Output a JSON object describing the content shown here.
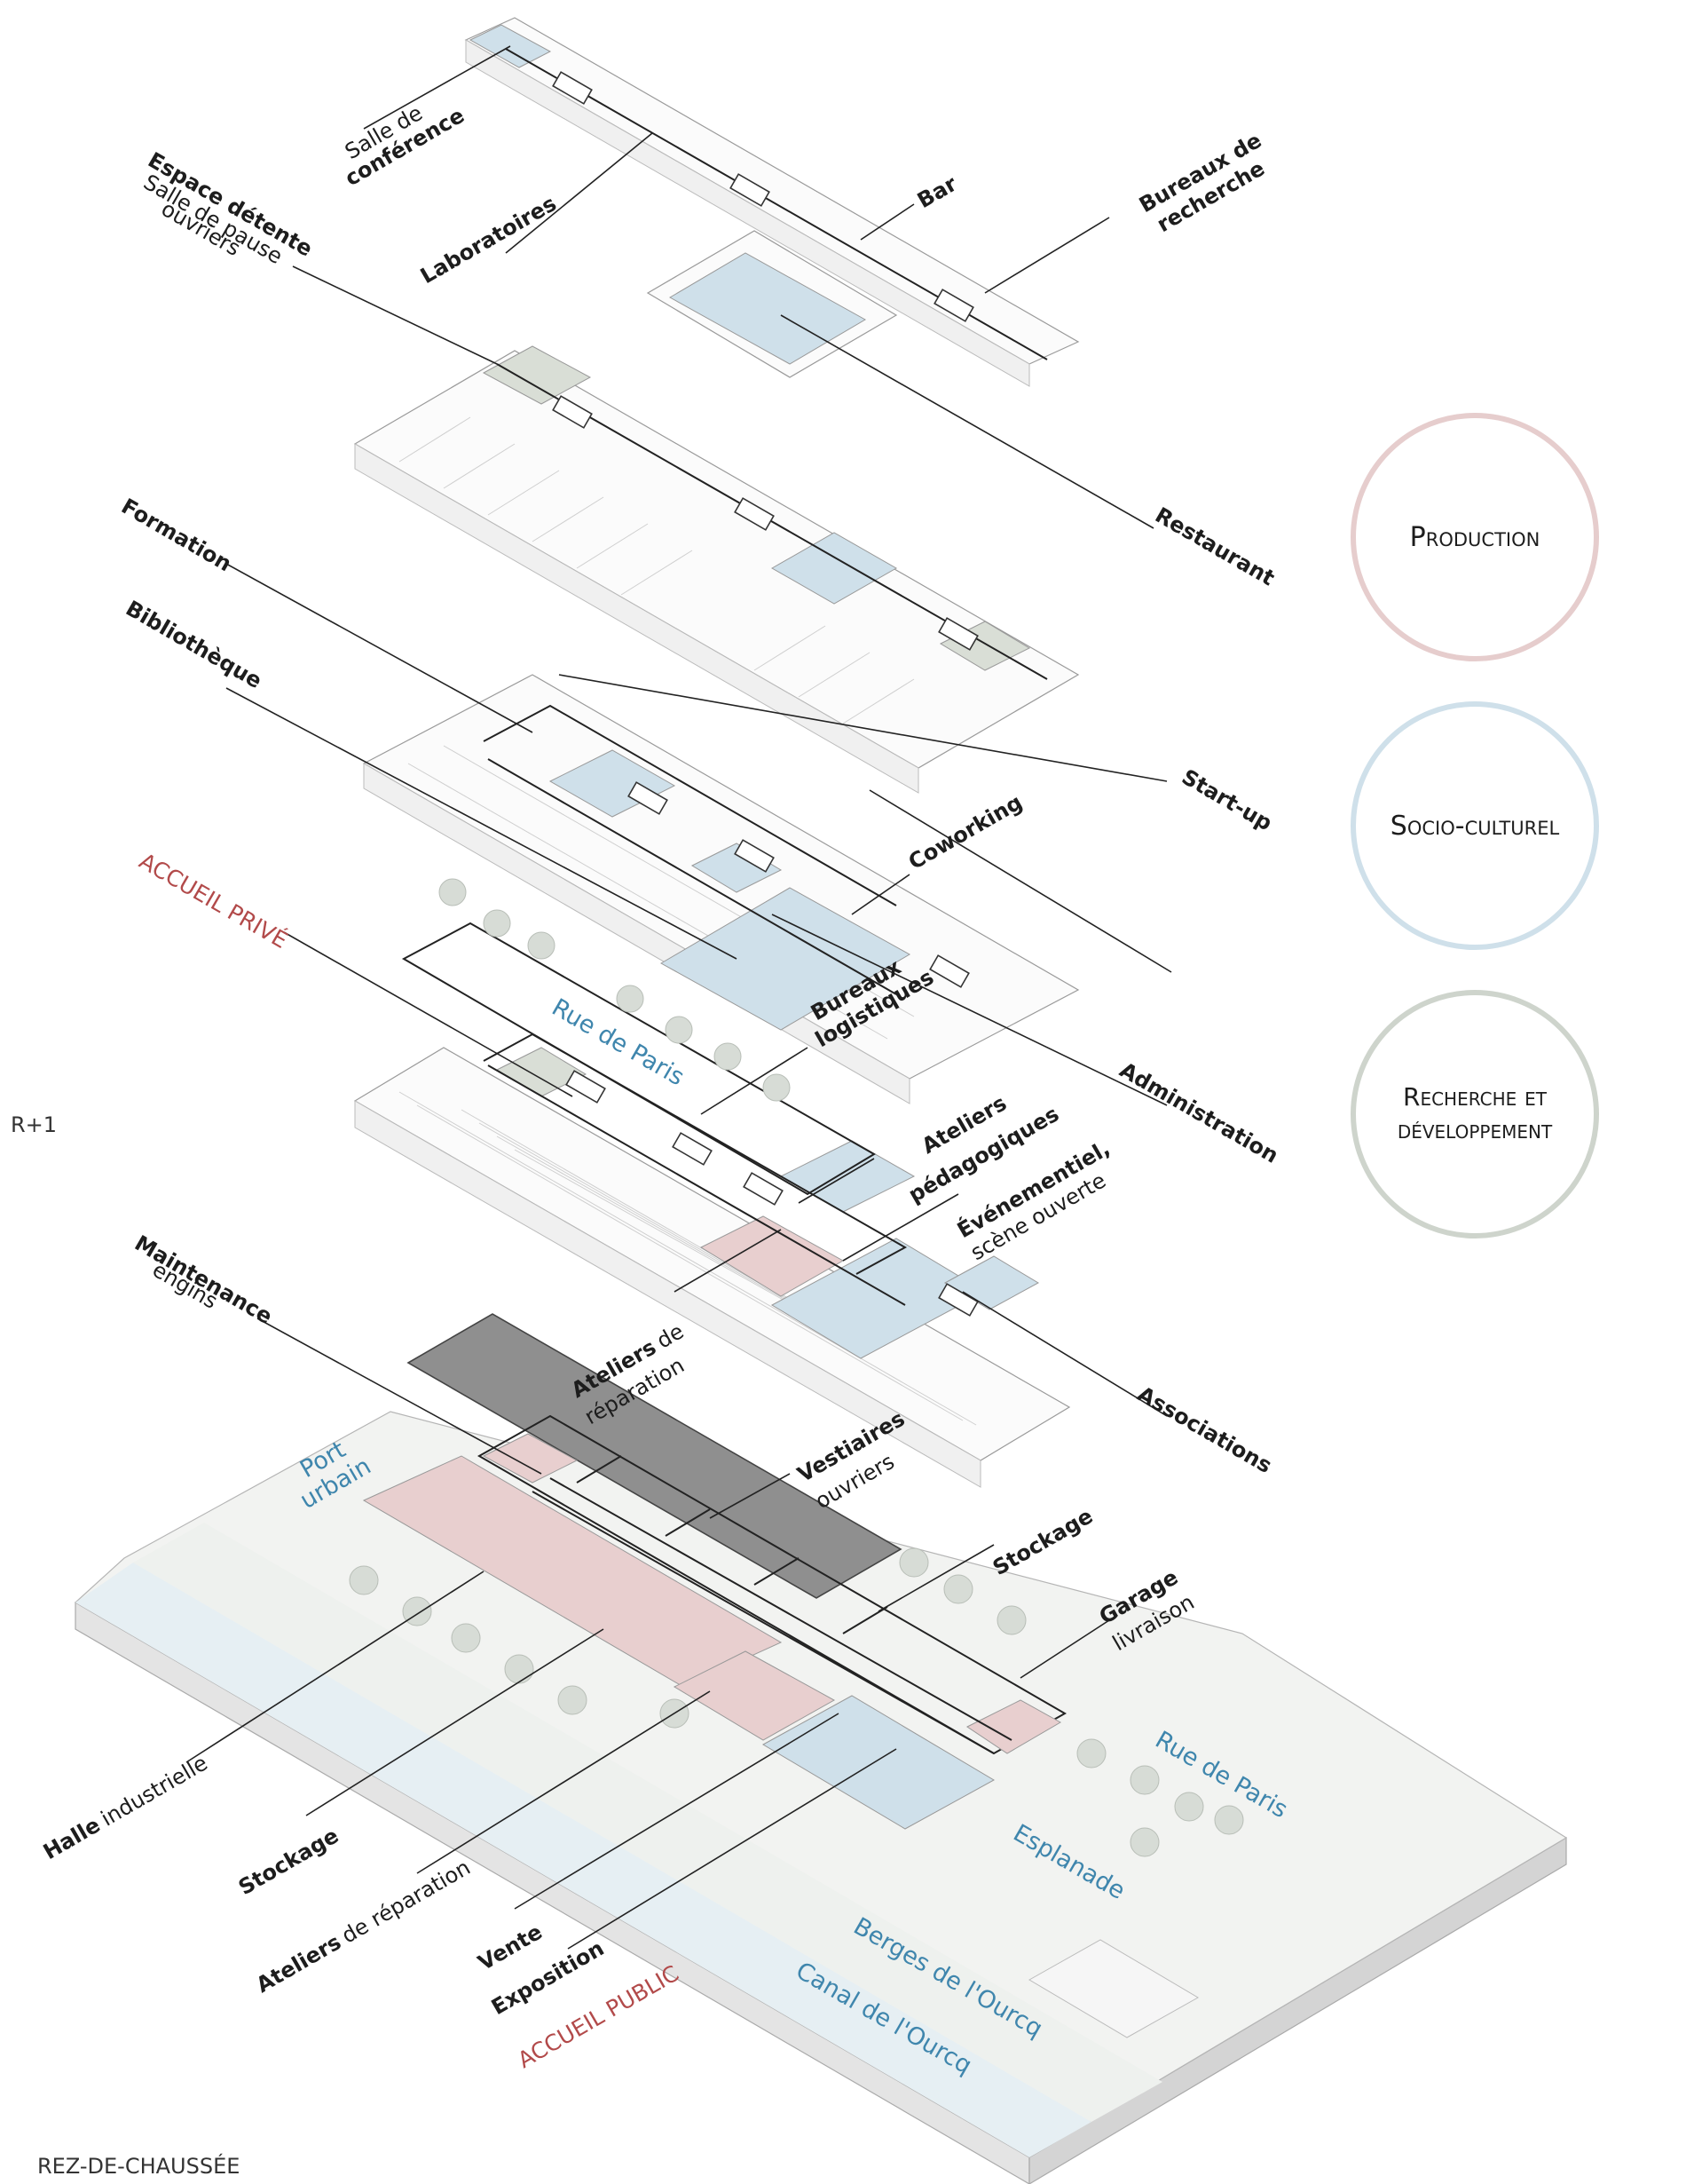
{
  "legend": [
    {
      "label": "Production",
      "color": "#e3c8c8"
    },
    {
      "label": "Socio-culturel",
      "color": "#c7dbe6"
    },
    {
      "label": "Recherche et développement",
      "color": "#cdd3cb"
    }
  ],
  "levels": {
    "upper": "R+1",
    "ground": "REZ-DE-CHAUSSÉE"
  },
  "labels": {
    "salle_conference_1": "Salle de",
    "salle_conference_2": "conférence",
    "laboratoires": "Laboratoires",
    "bar": "Bar",
    "bureaux_recherche_1": "Bureaux de",
    "bureaux_recherche_2": "recherche",
    "espace_detente": "Espace détente",
    "salle_pause_1": "Salle de pause",
    "salle_pause_2": "ouvriers",
    "restaurant": "Restaurant",
    "formation": "Formation",
    "bibliotheque": "Bibliothèque",
    "start_up": "Start-up",
    "coworking": "Coworking",
    "accueil_prive": "ACCUEIL PRIVÉ",
    "rue_de_paris_upper": "Rue de Paris",
    "bureaux_logistiques_1": "Bureaux",
    "bureaux_logistiques_2": "logistiques",
    "administration": "Administration",
    "ateliers_pedago_1": "Ateliers",
    "ateliers_pedago_2": "pédagogiques",
    "evenementiel_1": "Événementiel,",
    "evenementiel_2": "scène ouverte",
    "maintenance_1": "Maintenance",
    "maintenance_2": "engins",
    "ateliers_reparation_upper_1": "Ateliers",
    "ateliers_reparation_upper_1b": "de",
    "ateliers_reparation_upper_2": "réparation",
    "associations": "Associations",
    "port_urbain_1": "Port",
    "port_urbain_2": "urbain",
    "vestiaires_1": "Vestiaires",
    "vestiaires_2": "ouvriers",
    "stockage_upper": "Stockage",
    "garage_1": "Garage",
    "garage_2": "livraison",
    "rue_de_paris_ground": "Rue de Paris",
    "halle_1": "Halle",
    "halle_2": "industrielle",
    "esplanade": "Esplanade",
    "stockage_lower": "Stockage",
    "ateliers_reparation_lower_1": "Ateliers",
    "ateliers_reparation_lower_2": "de réparation",
    "vente": "Vente",
    "berges": "Berges de l'Ourcq",
    "exposition": "Exposition",
    "canal": "Canal de l'Ourcq",
    "accueil_public": "ACCUEIL PUBLIC"
  }
}
